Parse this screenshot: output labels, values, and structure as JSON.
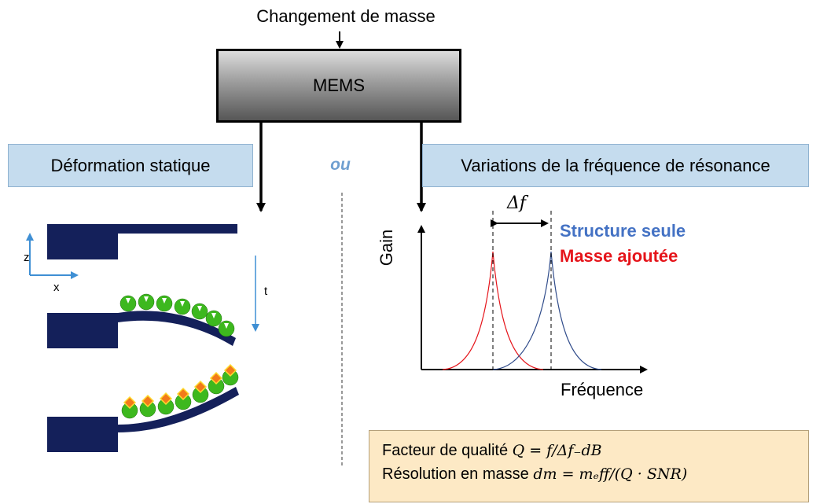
{
  "top_label": "Changement de masse",
  "mems_label": "MEMS",
  "left_banner": "Déformation statique",
  "or_label": "ou",
  "right_banner": "Variations de la fréquence de résonance",
  "plot": {
    "y_label": "Gain",
    "x_label": "Fréquence",
    "delta_label": "Δf",
    "legend": [
      {
        "label": "Structure seule",
        "color": "#4472c4"
      },
      {
        "label": "Masse ajoutée",
        "color": "#e5141a"
      }
    ]
  },
  "beam_axes": {
    "z": "z",
    "x": "x",
    "t": "t"
  },
  "formulas": {
    "quality_label": "Facteur de qualité",
    "quality_expr": "Q = f/Δf₋dB",
    "resolution_label": "Résolution en masse",
    "resolution_expr": "dm = mₑff/(Q · SNR)"
  },
  "colors": {
    "beam": "#14205a",
    "particle": "#3db81e",
    "added_mass": "#f27a1a",
    "banner": "#c5dcee",
    "formula_box": "#fde9c5"
  }
}
